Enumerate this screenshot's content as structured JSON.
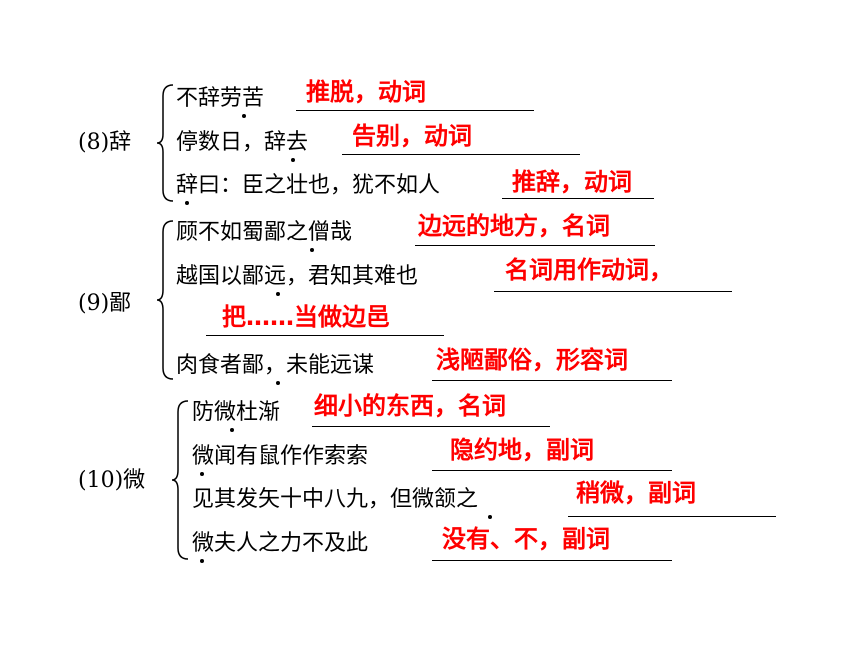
{
  "groups": [
    {
      "label": "(8)辞",
      "items": [
        {
          "text": "不辞劳苦",
          "answer": "推脱，动词"
        },
        {
          "text": "停数日，辞去",
          "answer": "告别，动词"
        },
        {
          "text": "辞曰：臣之壮也，犹不如人",
          "answer": "推辞，动词"
        }
      ]
    },
    {
      "label": "(9)鄙",
      "items": [
        {
          "text": "顾不如蜀鄙之僧哉",
          "answer": "边远的地方，名词"
        },
        {
          "text": "越国以鄙远，君知其难也",
          "answer": "名词用作动词，",
          "answer_cont": "把……当做边邑"
        },
        {
          "text": "肉食者鄙，未能远谋",
          "answer": "浅陋鄙俗，形容词"
        }
      ]
    },
    {
      "label": "(10)微",
      "items": [
        {
          "text": "防微杜渐",
          "answer": "细小的东西，名词"
        },
        {
          "text": "微闻有鼠作作索索",
          "answer": "隐约地，副词"
        },
        {
          "text": "见其发矢十中八九，但微颔之",
          "answer": "稍微，副词"
        },
        {
          "text": "微夫人之力不及此",
          "answer": "没有、不，副词"
        }
      ]
    }
  ]
}
